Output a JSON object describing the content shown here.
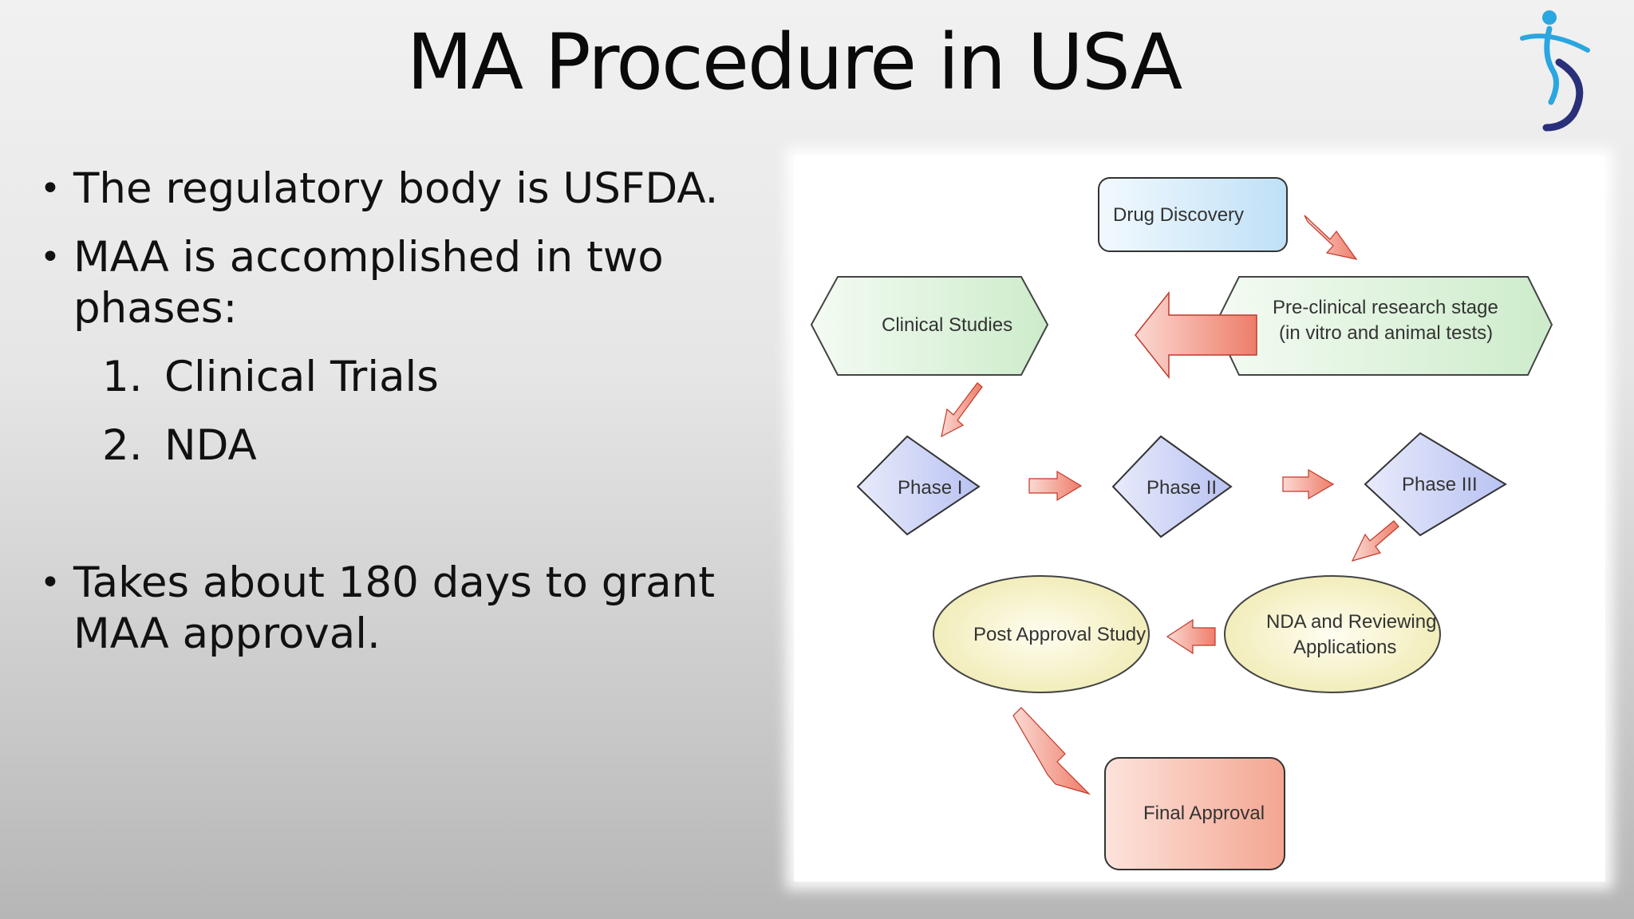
{
  "slide": {
    "title": "MA Procedure in USA"
  },
  "bullets": [
    {
      "text": "The regulatory body is USFDA."
    },
    {
      "line1": "MAA is accomplished in two",
      "line2": "phases:"
    },
    {
      "line1": "Takes about 180 days to grant",
      "line2": "MAA approval."
    }
  ],
  "numbered": [
    {
      "n": "1.",
      "text": "Clinical Trials"
    },
    {
      "n": "2.",
      "text": "NDA"
    }
  ],
  "diagram": {
    "nodes": {
      "drug_discovery": "Drug Discovery",
      "preclinical_line1": "Pre-clinical research stage",
      "preclinical_line2": "(in vitro and animal tests)",
      "clinical_studies": "Clinical Studies",
      "phase1": "Phase I",
      "phase2": "Phase II",
      "phase3": "Phase III",
      "nda_line1": "NDA and Reviewing",
      "nda_line2": "Applications",
      "post_approval": "Post Approval Study",
      "final_approval": "Final Approval"
    },
    "colors": {
      "blue_fill": "#dbeefb",
      "green_fill": "#e7f5e6",
      "purple_fill": "#cdd3f6",
      "yellow_fill": "#f5f3c6",
      "red_fill": "#f8c5b8",
      "arrow": "#f08a7a",
      "logo_blue": "#2aa6e0",
      "logo_navy": "#2a2f7a"
    }
  }
}
